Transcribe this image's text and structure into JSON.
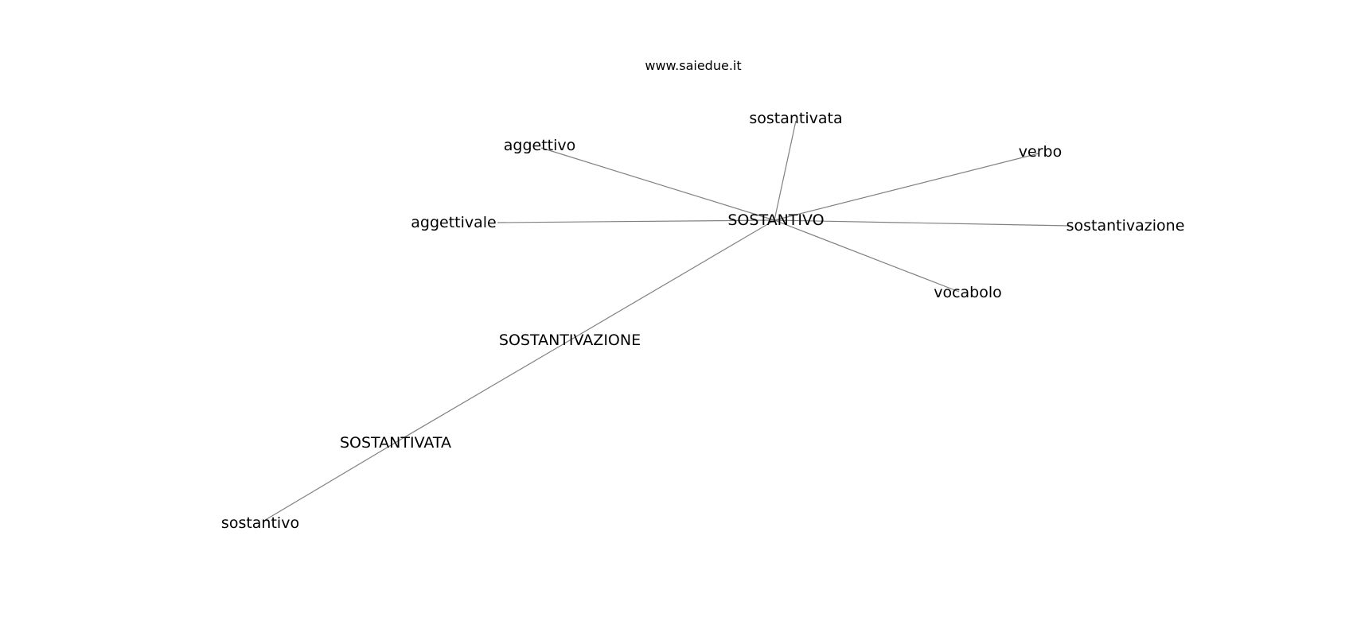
{
  "header": {
    "site": "www.saiedue.it"
  },
  "graph": {
    "center": "SOSTANTIVO",
    "nodes": [
      {
        "id": "SOSTANTIVO",
        "label": "SOSTANTIVO"
      },
      {
        "id": "sostantivata",
        "label": "sostantivata"
      },
      {
        "id": "aggettivo",
        "label": "aggettivo"
      },
      {
        "id": "verbo",
        "label": "verbo"
      },
      {
        "id": "aggettivale",
        "label": "aggettivale"
      },
      {
        "id": "sostantivazione",
        "label": "sostantivazione"
      },
      {
        "id": "vocabolo",
        "label": "vocabolo"
      },
      {
        "id": "SOSTANTIVAZIONE",
        "label": "SOSTANTIVAZIONE"
      },
      {
        "id": "SOSTANTIVATA",
        "label": "SOSTANTIVATA"
      },
      {
        "id": "sostantivo",
        "label": "sostantivo"
      }
    ],
    "edges": [
      [
        "SOSTANTIVO",
        "sostantivata"
      ],
      [
        "SOSTANTIVO",
        "aggettivo"
      ],
      [
        "SOSTANTIVO",
        "verbo"
      ],
      [
        "SOSTANTIVO",
        "aggettivale"
      ],
      [
        "SOSTANTIVO",
        "sostantivazione"
      ],
      [
        "SOSTANTIVO",
        "vocabolo"
      ],
      [
        "SOSTANTIVO",
        "SOSTANTIVAZIONE"
      ],
      [
        "SOSTANTIVAZIONE",
        "SOSTANTIVATA"
      ],
      [
        "SOSTANTIVATA",
        "sostantivo"
      ]
    ],
    "edge_color": "#808080",
    "label_color": "#000000"
  }
}
